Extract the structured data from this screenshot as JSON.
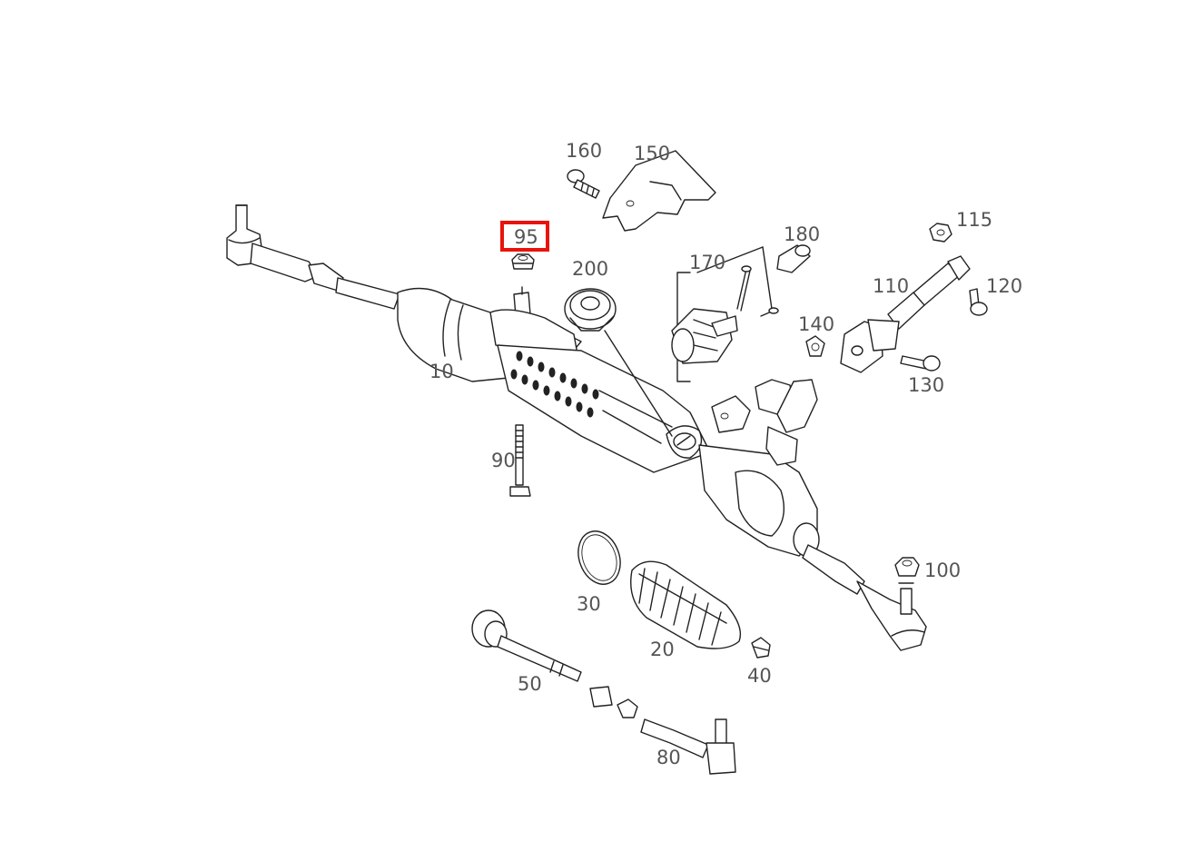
{
  "highlight_color": "#e8140c",
  "line_color": "#222222",
  "label_color": "#555555",
  "labels": {
    "p10": "10",
    "p20": "20",
    "p30": "30",
    "p40": "40",
    "p50": "50",
    "p80": "80",
    "p90": "90",
    "p95": "95",
    "p100": "100",
    "p110": "110",
    "p115": "115",
    "p120": "120",
    "p130": "130",
    "p140": "140",
    "p150": "150",
    "p160": "160",
    "p170": "170",
    "p180": "180",
    "p200": "200"
  },
  "highlighted_part": "95"
}
